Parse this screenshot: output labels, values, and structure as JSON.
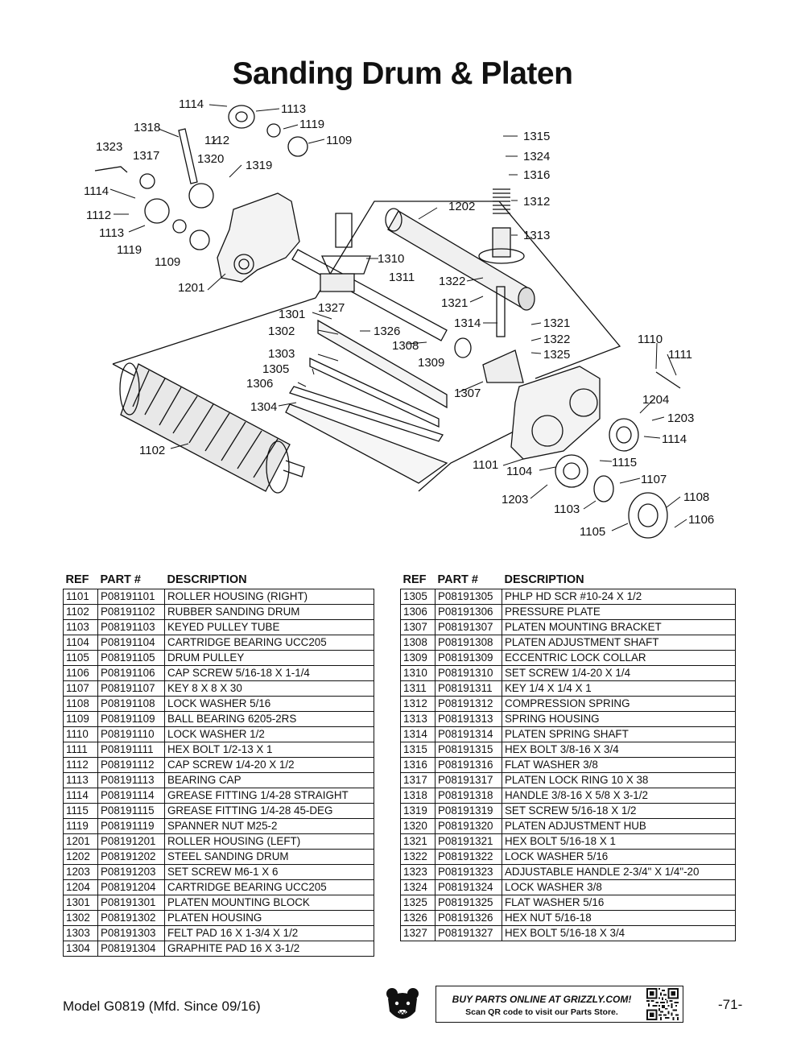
{
  "page": {
    "title": "Sanding Drum & Platen",
    "model": "Model G0819 (Mfd. Since 09/16)",
    "page_number": "-71-"
  },
  "promo": {
    "main": "BUY PARTS ONLINE AT GRIZZLY.COM!",
    "sub": "Scan QR code to visit our Parts Store."
  },
  "diagram": {
    "callouts": [
      "1114",
      "1113",
      "1318",
      "1112",
      "1119",
      "1109",
      "1323",
      "1317",
      "1320",
      "1319",
      "1114",
      "1112",
      "1113",
      "1119",
      "1109",
      "1201",
      "1315",
      "1324",
      "1316",
      "1312",
      "1202",
      "1313",
      "1310",
      "1311",
      "1322",
      "1321",
      "1327",
      "1301",
      "1302",
      "1326",
      "1308",
      "1303",
      "1305",
      "1306",
      "1314",
      "1321",
      "1322",
      "1325",
      "1309",
      "1110",
      "1111",
      "1307",
      "1304",
      "1204",
      "1203",
      "1114",
      "1102",
      "1101",
      "1104",
      "1115",
      "1107",
      "1203",
      "1103",
      "1108",
      "1106",
      "1105"
    ]
  },
  "table": {
    "headers": {
      "ref": "REF",
      "part": "PART #",
      "desc": "DESCRIPTION"
    },
    "left": [
      [
        "1101",
        "P08191101",
        "ROLLER HOUSING (RIGHT)"
      ],
      [
        "1102",
        "P08191102",
        "RUBBER SANDING DRUM"
      ],
      [
        "1103",
        "P08191103",
        "KEYED PULLEY TUBE"
      ],
      [
        "1104",
        "P08191104",
        "CARTRIDGE BEARING UCC205"
      ],
      [
        "1105",
        "P08191105",
        "DRUM PULLEY"
      ],
      [
        "1106",
        "P08191106",
        "CAP SCREW 5/16-18 X 1-1/4"
      ],
      [
        "1107",
        "P08191107",
        "KEY 8 X 8 X 30"
      ],
      [
        "1108",
        "P08191108",
        "LOCK WASHER 5/16"
      ],
      [
        "1109",
        "P08191109",
        "BALL BEARING 6205-2RS"
      ],
      [
        "1110",
        "P08191110",
        "LOCK WASHER 1/2"
      ],
      [
        "1111",
        "P08191111",
        "HEX BOLT 1/2-13 X 1"
      ],
      [
        "1112",
        "P08191112",
        "CAP SCREW 1/4-20 X 1/2"
      ],
      [
        "1113",
        "P08191113",
        "BEARING CAP"
      ],
      [
        "1114",
        "P08191114",
        "GREASE FITTING 1/4-28 STRAIGHT"
      ],
      [
        "1115",
        "P08191115",
        "GREASE FITTING 1/4-28 45-DEG"
      ],
      [
        "1119",
        "P08191119",
        "SPANNER NUT M25-2"
      ],
      [
        "1201",
        "P08191201",
        "ROLLER HOUSING (LEFT)"
      ],
      [
        "1202",
        "P08191202",
        "STEEL SANDING DRUM"
      ],
      [
        "1203",
        "P08191203",
        "SET SCREW M6-1 X 6"
      ],
      [
        "1204",
        "P08191204",
        "CARTRIDGE BEARING UCC205"
      ],
      [
        "1301",
        "P08191301",
        "PLATEN MOUNTING BLOCK"
      ],
      [
        "1302",
        "P08191302",
        "PLATEN HOUSING"
      ],
      [
        "1303",
        "P08191303",
        "FELT PAD 16 X 1-3/4 X 1/2"
      ],
      [
        "1304",
        "P08191304",
        "GRAPHITE PAD 16 X 3-1/2"
      ]
    ],
    "right": [
      [
        "1305",
        "P08191305",
        "PHLP HD SCR #10-24 X 1/2"
      ],
      [
        "1306",
        "P08191306",
        "PRESSURE PLATE"
      ],
      [
        "1307",
        "P08191307",
        "PLATEN MOUNTING BRACKET"
      ],
      [
        "1308",
        "P08191308",
        "PLATEN ADJUSTMENT SHAFT"
      ],
      [
        "1309",
        "P08191309",
        "ECCENTRIC LOCK COLLAR"
      ],
      [
        "1310",
        "P08191310",
        "SET SCREW 1/4-20 X 1/4"
      ],
      [
        "1311",
        "P08191311",
        "KEY 1/4 X 1/4 X 1"
      ],
      [
        "1312",
        "P08191312",
        "COMPRESSION SPRING"
      ],
      [
        "1313",
        "P08191313",
        "SPRING HOUSING"
      ],
      [
        "1314",
        "P08191314",
        "PLATEN SPRING SHAFT"
      ],
      [
        "1315",
        "P08191315",
        "HEX BOLT 3/8-16 X 3/4"
      ],
      [
        "1316",
        "P08191316",
        "FLAT WASHER 3/8"
      ],
      [
        "1317",
        "P08191317",
        "PLATEN LOCK RING 10 X 38"
      ],
      [
        "1318",
        "P08191318",
        "HANDLE 3/8-16 X 5/8 X 3-1/2"
      ],
      [
        "1319",
        "P08191319",
        "SET SCREW 5/16-18 X 1/2"
      ],
      [
        "1320",
        "P08191320",
        "PLATEN ADJUSTMENT HUB"
      ],
      [
        "1321",
        "P08191321",
        "HEX BOLT 5/16-18 X 1"
      ],
      [
        "1322",
        "P08191322",
        "LOCK WASHER 5/16"
      ],
      [
        "1323",
        "P08191323",
        "ADJUSTABLE HANDLE 2-3/4\" X 1/4\"-20"
      ],
      [
        "1324",
        "P08191324",
        "LOCK WASHER 3/8"
      ],
      [
        "1325",
        "P08191325",
        "FLAT WASHER 5/16"
      ],
      [
        "1326",
        "P08191326",
        "HEX NUT 5/16-18"
      ],
      [
        "1327",
        "P08191327",
        "HEX BOLT 5/16-18 X 3/4"
      ]
    ]
  }
}
